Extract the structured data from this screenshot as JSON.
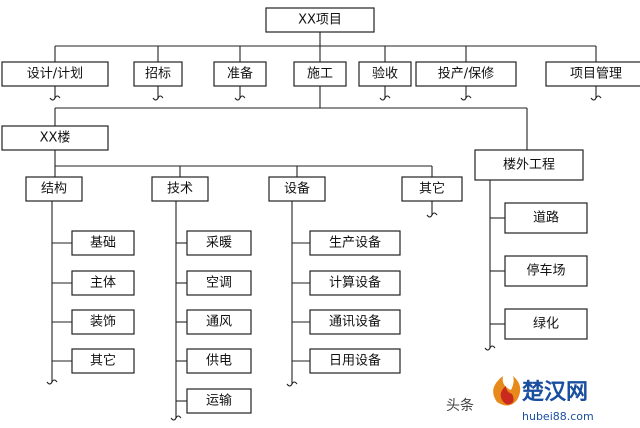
{
  "root": "XX项目",
  "top_level": [
    "设计/计划",
    "招标",
    "准备",
    "施工",
    "验收",
    "投产/保修",
    "项目管理"
  ],
  "building": "XX楼",
  "building_groups": {
    "structure": {
      "label": "结构",
      "items": [
        "基础",
        "主体",
        "装饰",
        "其它"
      ]
    },
    "technology": {
      "label": "技术",
      "items": [
        "采暖",
        "空调",
        "通风",
        "供电",
        "运输"
      ]
    },
    "equipment": {
      "label": "设备",
      "items": [
        "生产设备",
        "计算设备",
        "通讯设备",
        "日用设备"
      ]
    },
    "other": {
      "label": "其它"
    }
  },
  "exterior": {
    "label": "楼外工程",
    "items": [
      "道路",
      "停车场",
      "绿化"
    ]
  },
  "watermark": {
    "source": "头条",
    "logo_text": "楚汉网",
    "url": "hubei88.com",
    "icon": "flame-logo-icon"
  }
}
